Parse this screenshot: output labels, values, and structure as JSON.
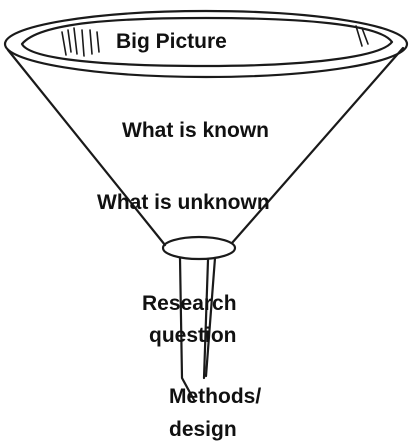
{
  "diagram": {
    "stages": [
      {
        "id": "big_picture",
        "lines": [
          "Big Picture"
        ]
      },
      {
        "id": "known",
        "lines": [
          "What is known"
        ]
      },
      {
        "id": "unknown",
        "lines": [
          "What is unknown"
        ]
      },
      {
        "id": "research_question",
        "lines": [
          "Research",
          "question"
        ]
      },
      {
        "id": "methods",
        "lines": [
          "Methods/",
          "design"
        ]
      }
    ],
    "colors": {
      "stroke": "#1a1a1a",
      "text": "#111111",
      "background": "#ffffff"
    }
  }
}
